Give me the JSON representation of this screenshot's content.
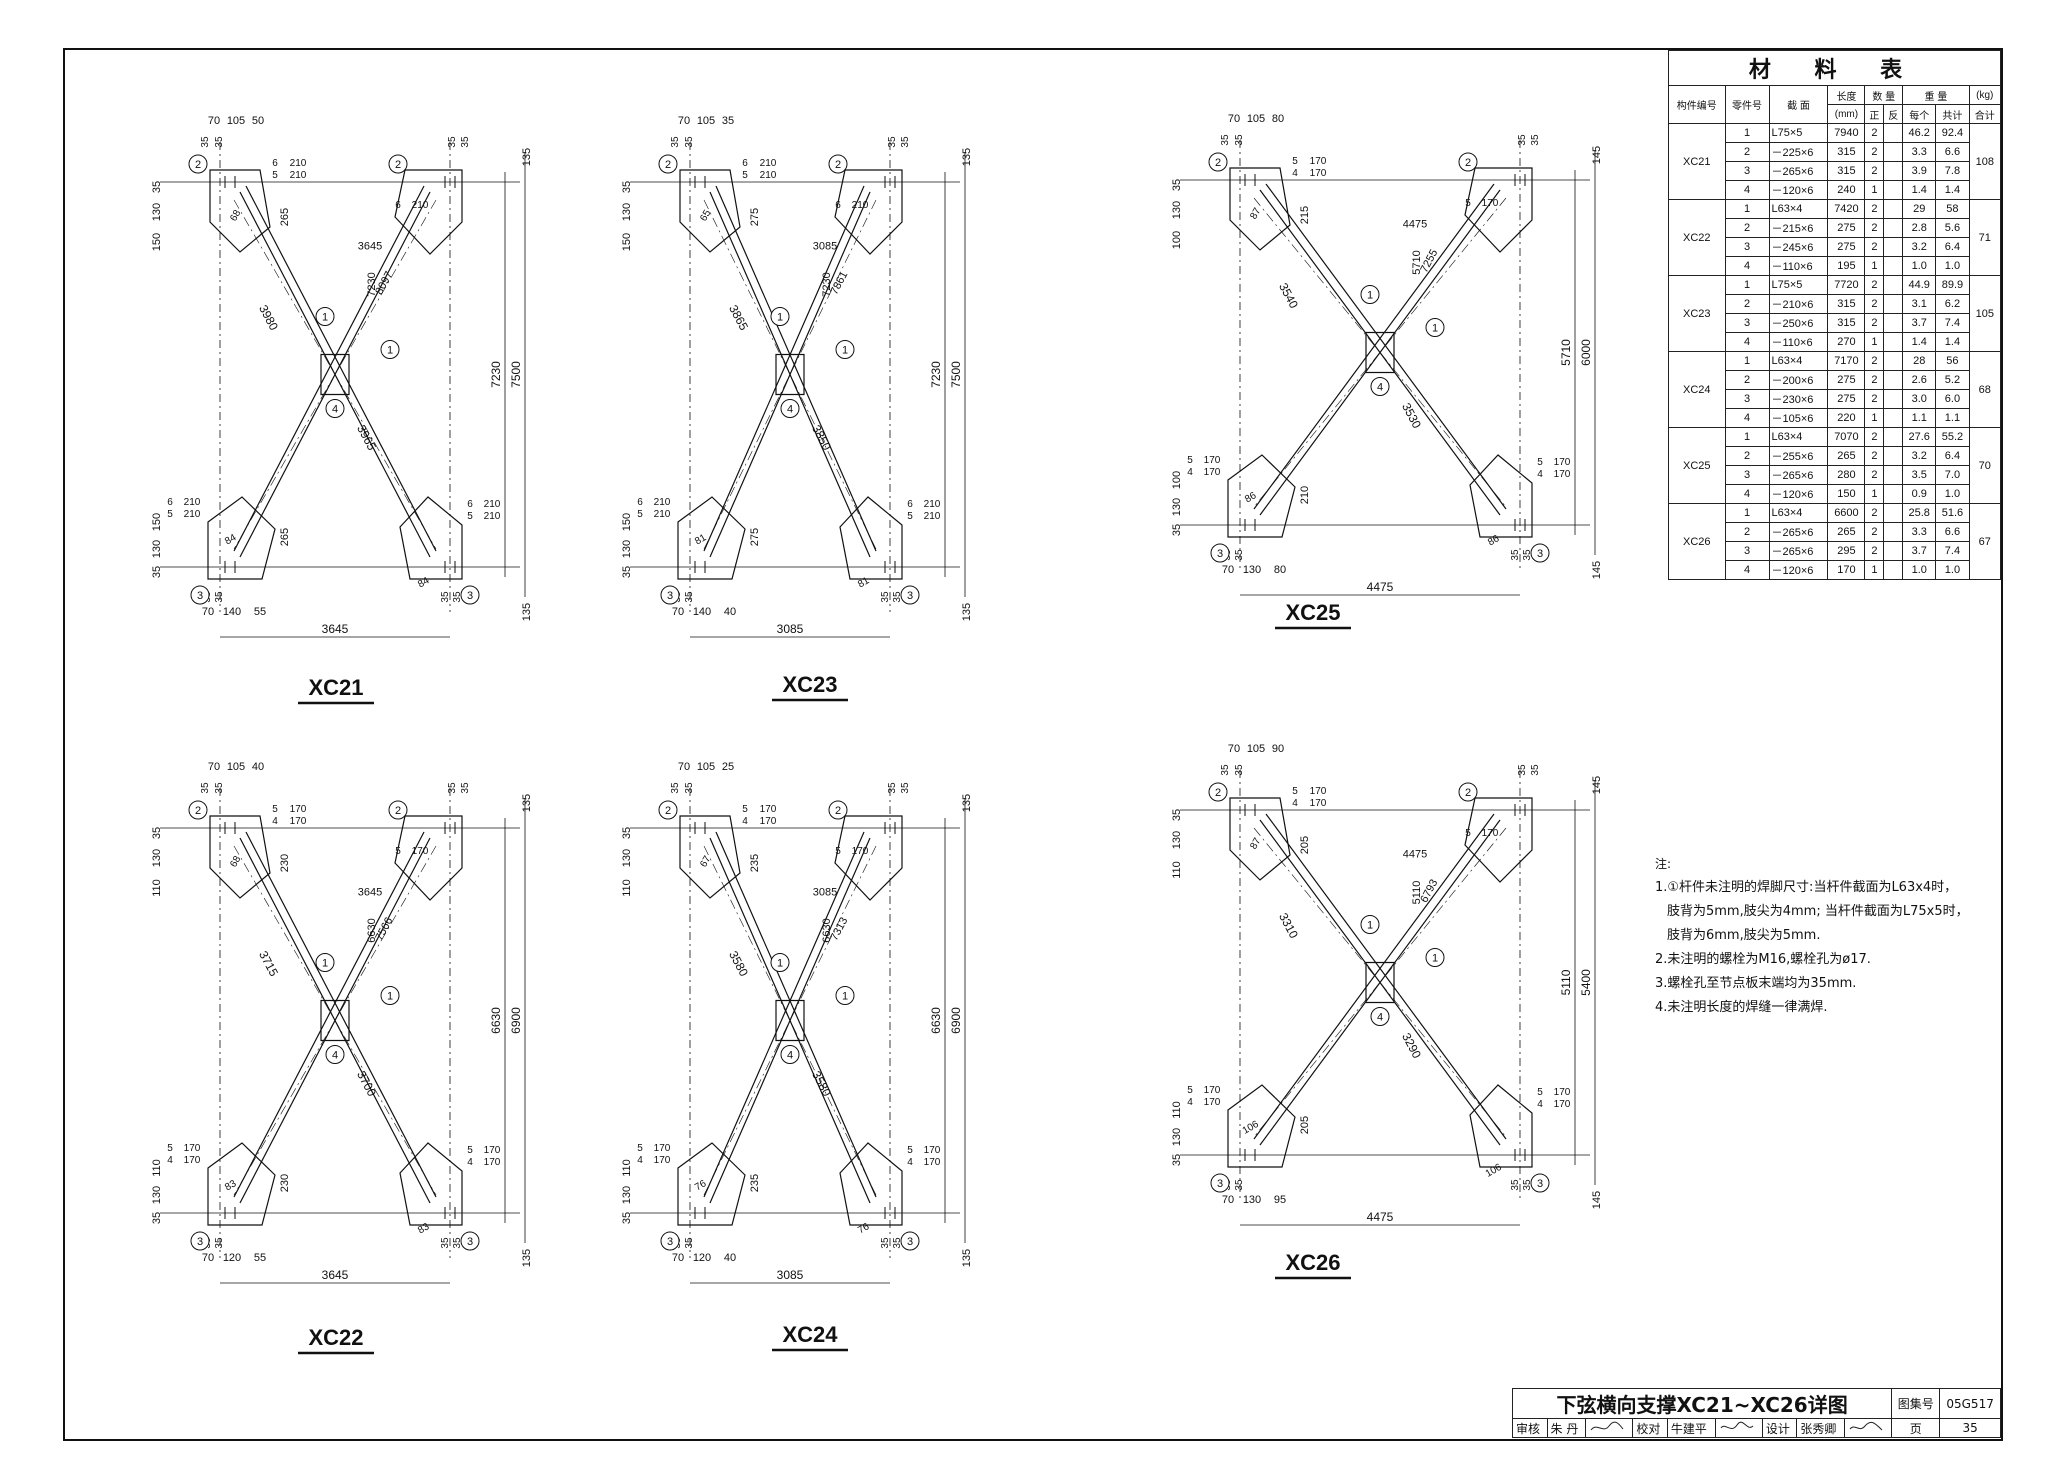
{
  "material_table": {
    "title": "材 料 表",
    "header": {
      "member": "构件编号",
      "part": "零件号",
      "section": "截 面",
      "length": "长度",
      "length_unit": "(mm)",
      "quantity": "数 量",
      "qty_pos": "正",
      "qty_neg": "反",
      "weight": "重 量",
      "weight_unit": "(kg)",
      "weight_each": "每个",
      "weight_total": "共计",
      "weight_sum": "合计"
    },
    "groups": [
      {
        "member": "XC21",
        "sum": "108",
        "rows": [
          {
            "part": "1",
            "section": "L75×5",
            "length": "7940",
            "qty": "2",
            "each": "46.2",
            "total": "92.4"
          },
          {
            "part": "2",
            "section": "－225×6",
            "length": "315",
            "qty": "2",
            "each": "3.3",
            "total": "6.6"
          },
          {
            "part": "3",
            "section": "－265×6",
            "length": "315",
            "qty": "2",
            "each": "3.9",
            "total": "7.8"
          },
          {
            "part": "4",
            "section": "－120×6",
            "length": "240",
            "qty": "1",
            "each": "1.4",
            "total": "1.4"
          }
        ]
      },
      {
        "member": "XC22",
        "sum": "71",
        "rows": [
          {
            "part": "1",
            "section": "L63×4",
            "length": "7420",
            "qty": "2",
            "each": "29",
            "total": "58"
          },
          {
            "part": "2",
            "section": "－215×6",
            "length": "275",
            "qty": "2",
            "each": "2.8",
            "total": "5.6"
          },
          {
            "part": "3",
            "section": "－245×6",
            "length": "275",
            "qty": "2",
            "each": "3.2",
            "total": "6.4"
          },
          {
            "part": "4",
            "section": "－110×6",
            "length": "195",
            "qty": "1",
            "each": "1.0",
            "total": "1.0"
          }
        ]
      },
      {
        "member": "XC23",
        "sum": "105",
        "rows": [
          {
            "part": "1",
            "section": "L75×5",
            "length": "7720",
            "qty": "2",
            "each": "44.9",
            "total": "89.9"
          },
          {
            "part": "2",
            "section": "－210×6",
            "length": "315",
            "qty": "2",
            "each": "3.1",
            "total": "6.2"
          },
          {
            "part": "3",
            "section": "－250×6",
            "length": "315",
            "qty": "2",
            "each": "3.7",
            "total": "7.4"
          },
          {
            "part": "4",
            "section": "－110×6",
            "length": "270",
            "qty": "1",
            "each": "1.4",
            "total": "1.4"
          }
        ]
      },
      {
        "member": "XC24",
        "sum": "68",
        "rows": [
          {
            "part": "1",
            "section": "L63×4",
            "length": "7170",
            "qty": "2",
            "each": "28",
            "total": "56"
          },
          {
            "part": "2",
            "section": "－200×6",
            "length": "275",
            "qty": "2",
            "each": "2.6",
            "total": "5.2"
          },
          {
            "part": "3",
            "section": "－230×6",
            "length": "275",
            "qty": "2",
            "each": "3.0",
            "total": "6.0"
          },
          {
            "part": "4",
            "section": "－105×6",
            "length": "220",
            "qty": "1",
            "each": "1.1",
            "total": "1.1"
          }
        ]
      },
      {
        "member": "XC25",
        "sum": "70",
        "rows": [
          {
            "part": "1",
            "section": "L63×4",
            "length": "7070",
            "qty": "2",
            "each": "27.6",
            "total": "55.2"
          },
          {
            "part": "2",
            "section": "－255×6",
            "length": "265",
            "qty": "2",
            "each": "3.2",
            "total": "6.4"
          },
          {
            "part": "3",
            "section": "－265×6",
            "length": "280",
            "qty": "2",
            "each": "3.5",
            "total": "7.0"
          },
          {
            "part": "4",
            "section": "－120×6",
            "length": "150",
            "qty": "1",
            "each": "0.9",
            "total": "1.0"
          }
        ]
      },
      {
        "member": "XC26",
        "sum": "67",
        "rows": [
          {
            "part": "1",
            "section": "L63×4",
            "length": "6600",
            "qty": "2",
            "each": "25.8",
            "total": "51.6"
          },
          {
            "part": "2",
            "section": "－265×6",
            "length": "265",
            "qty": "2",
            "each": "3.3",
            "total": "6.6"
          },
          {
            "part": "3",
            "section": "－265×6",
            "length": "295",
            "qty": "2",
            "each": "3.7",
            "total": "7.4"
          },
          {
            "part": "4",
            "section": "－120×6",
            "length": "170",
            "qty": "1",
            "each": "1.0",
            "total": "1.0"
          }
        ]
      }
    ]
  },
  "notes": {
    "heading": "注:",
    "items": [
      "1.①杆件未注明的焊脚尺寸:当杆件截面为L63x4时，",
      "肢背为5mm,肢尖为4mm; 当杆件截面为L75x5时，",
      "肢背为6mm,肢尖为5mm.",
      "2.未注明的螺栓为M16,螺栓孔为ø17.",
      "3.螺栓孔至节点板末端均为35mm.",
      "4.未注明长度的焊缝一律满焊."
    ]
  },
  "title_block": {
    "title": "下弦横向支撑XC21~XC26详图",
    "atlas_label": "图集号",
    "atlas_no": "05G517",
    "review_label": "审核",
    "reviewer": "朱 丹",
    "check_label": "校对",
    "checker": "牛建平",
    "design_label": "设计",
    "designer": "张秀卿",
    "page_label": "页",
    "page_no": "35"
  },
  "diagrams": [
    {
      "id": "XC21",
      "label": "XC21",
      "width": "3645",
      "height_inner": "7230",
      "height_outer": "7500",
      "diag_a": "3980",
      "diag_b": "3965",
      "top_dims": [
        "70",
        "105",
        "50"
      ],
      "bot_dims": [
        "70",
        "140",
        "55"
      ],
      "gussets": [
        "265",
        "265"
      ],
      "ends": [
        "135",
        "135"
      ],
      "edge": [
        "35",
        "130",
        "150"
      ],
      "weld_a": "6",
      "weld_b": "5",
      "weld_len": "210",
      "angles": [
        "68",
        "84",
        "84"
      ],
      "mid": [
        "7230",
        "8097",
        "3645"
      ]
    },
    {
      "id": "XC23",
      "label": "XC23",
      "width": "3085",
      "height_inner": "7230",
      "height_outer": "7500",
      "diag_a": "3865",
      "diag_b": "3850",
      "top_dims": [
        "70",
        "105",
        "35"
      ],
      "bot_dims": [
        "70",
        "140",
        "40"
      ],
      "gussets": [
        "275",
        "275"
      ],
      "ends": [
        "135",
        "135"
      ],
      "edge": [
        "35",
        "130",
        "150"
      ],
      "weld_a": "6",
      "weld_b": "5",
      "weld_len": "210",
      "angles": [
        "65",
        "81",
        "81"
      ],
      "mid": [
        "7230",
        "7861",
        "3085"
      ]
    },
    {
      "id": "XC25",
      "label": "XC25",
      "width": "4475",
      "height_inner": "5710",
      "height_outer": "6000",
      "diag_a": "3540",
      "diag_b": "3530",
      "top_dims": [
        "70",
        "105",
        "80"
      ],
      "bot_dims": [
        "70",
        "130",
        "80"
      ],
      "gussets": [
        "215",
        "210"
      ],
      "ends": [
        "145",
        "145"
      ],
      "edge": [
        "35",
        "130",
        "100"
      ],
      "weld_a": "5",
      "weld_b": "4",
      "weld_len": "170",
      "angles": [
        "87",
        "86",
        "86"
      ],
      "mid": [
        "5710",
        "7255",
        "4475"
      ]
    },
    {
      "id": "XC22",
      "label": "XC22",
      "width": "3645",
      "height_inner": "6630",
      "height_outer": "6900",
      "diag_a": "3715",
      "diag_b": "3700",
      "top_dims": [
        "70",
        "105",
        "40"
      ],
      "bot_dims": [
        "70",
        "120",
        "55"
      ],
      "gussets": [
        "230",
        "230"
      ],
      "ends": [
        "135",
        "135"
      ],
      "edge": [
        "35",
        "130",
        "110"
      ],
      "weld_a": "5",
      "weld_b": "4",
      "weld_len": "170",
      "angles": [
        "68",
        "83",
        "83"
      ],
      "mid": [
        "6630",
        "7566",
        "3645"
      ]
    },
    {
      "id": "XC24",
      "label": "XC24",
      "width": "3085",
      "height_inner": "6630",
      "height_outer": "6900",
      "diag_a": "3580",
      "diag_b": "3580",
      "top_dims": [
        "70",
        "105",
        "25"
      ],
      "bot_dims": [
        "70",
        "120",
        "40"
      ],
      "gussets": [
        "235",
        "235"
      ],
      "ends": [
        "135",
        "135"
      ],
      "edge": [
        "35",
        "130",
        "110"
      ],
      "weld_a": "5",
      "weld_b": "4",
      "weld_len": "170",
      "angles": [
        "67",
        "76",
        "76"
      ],
      "mid": [
        "6630",
        "7313",
        "3085"
      ]
    },
    {
      "id": "XC26",
      "label": "XC26",
      "width": "4475",
      "height_inner": "5110",
      "height_outer": "5400",
      "diag_a": "3310",
      "diag_b": "3290",
      "top_dims": [
        "70",
        "105",
        "90"
      ],
      "bot_dims": [
        "70",
        "130",
        "95"
      ],
      "gussets": [
        "205",
        "205"
      ],
      "ends": [
        "145",
        "145"
      ],
      "edge": [
        "35",
        "130",
        "110"
      ],
      "weld_a": "5",
      "weld_b": "4",
      "weld_len": "170",
      "angles": [
        "87",
        "106",
        "106"
      ],
      "mid": [
        "5110",
        "6793",
        "4475"
      ]
    }
  ],
  "common": {
    "bolt_gap": "35",
    "part_labels": [
      "1",
      "2",
      "3",
      "4"
    ]
  }
}
